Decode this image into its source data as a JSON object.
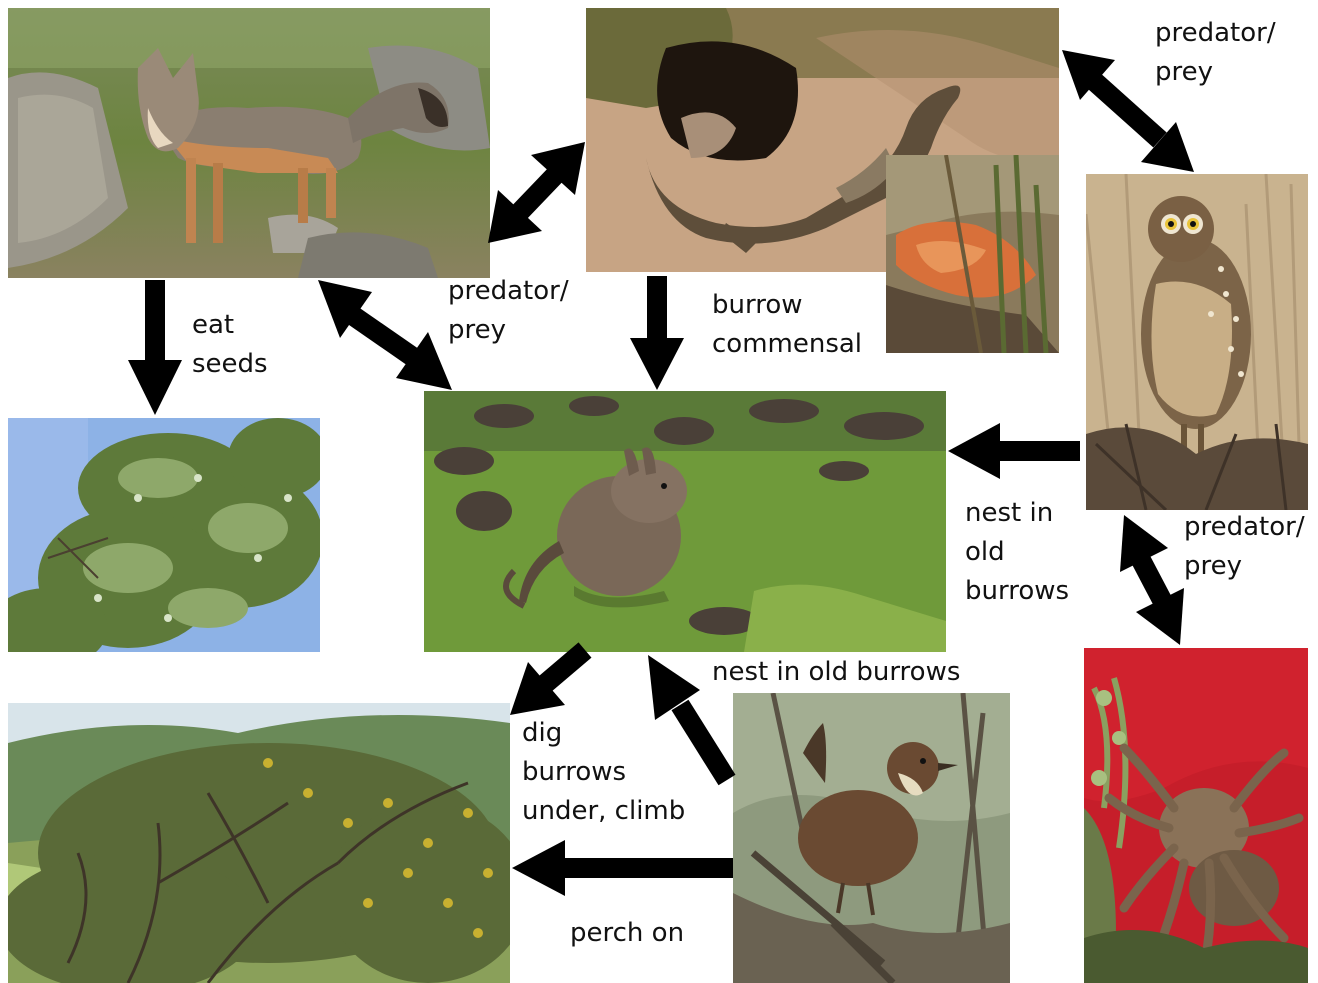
{
  "nodes": [
    {
      "id": "fox",
      "name": "fox-photo"
    },
    {
      "id": "lizard",
      "name": "lizard-photo"
    },
    {
      "id": "lizard_inset",
      "name": "lizard-inset-photo"
    },
    {
      "id": "owl",
      "name": "owl-photo"
    },
    {
      "id": "shrub",
      "name": "shrub-photo"
    },
    {
      "id": "degu",
      "name": "degu-photo"
    },
    {
      "id": "tree",
      "name": "tree-photo"
    },
    {
      "id": "bird",
      "name": "bird-photo"
    },
    {
      "id": "tarantula",
      "name": "tarantula-photo"
    }
  ],
  "labels": {
    "eat_seeds": "eat\nseeds",
    "predator_prey_fox_degu": "predator/\nprey",
    "burrow_commensal": "burrow\ncommensal",
    "predator_prey_lizard_owl": "predator/\nprey",
    "nest_in_old_burrows_owl": "nest in\nold\nburrows",
    "predator_prey_owl_tarantula": "predator/\nprey",
    "nest_in_old_burrows_bird": "nest in old burrows",
    "dig_burrows": "dig\nburrows\nunder, climb",
    "perch_on": "perch on"
  },
  "edges": [
    {
      "from": "fox",
      "to": "shrub",
      "label": "eat_seeds",
      "direction": "one-way"
    },
    {
      "from": "fox",
      "to": "lizard",
      "direction": "two-way"
    },
    {
      "from": "fox",
      "to": "degu",
      "label": "predator_prey_fox_degu",
      "direction": "two-way"
    },
    {
      "from": "lizard",
      "to": "degu",
      "label": "burrow_commensal",
      "direction": "one-way"
    },
    {
      "from": "lizard",
      "to": "owl",
      "label": "predator_prey_lizard_owl",
      "direction": "two-way"
    },
    {
      "from": "owl",
      "to": "degu",
      "label": "nest_in_old_burrows_owl",
      "direction": "one-way"
    },
    {
      "from": "owl",
      "to": "tarantula",
      "label": "predator_prey_owl_tarantula",
      "direction": "two-way"
    },
    {
      "from": "bird",
      "to": "degu",
      "label": "nest_in_old_burrows_bird",
      "direction": "one-way"
    },
    {
      "from": "degu",
      "to": "tree",
      "label": "dig_burrows",
      "direction": "one-way"
    },
    {
      "from": "bird",
      "to": "tree",
      "label": "perch_on",
      "direction": "one-way"
    }
  ]
}
